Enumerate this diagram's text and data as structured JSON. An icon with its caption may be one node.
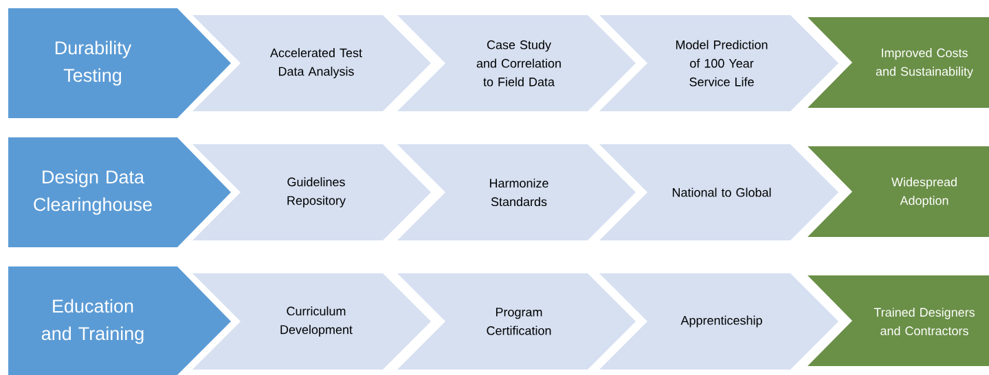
{
  "diagram": {
    "nodes": [
      {
        "text": [
          "Durability Testing"
        ]
      },
      {
        "text": [
          "Accelerated Test Data Analysis"
        ]
      },
      {
        "text": [
          "Case Study and Correlation to Field Data"
        ]
      },
      {
        "text": [
          "Model Prediction of 100 Year Service Life"
        ]
      },
      {
        "text": [
          "Improved Costs and Sustainability"
        ]
      },
      {
        "text": [
          "Design Data Clearinghouse"
        ]
      },
      {
        "text": [
          "Guidelines Repository"
        ]
      },
      {
        "text": [
          "Harmonize Standards"
        ]
      },
      {
        "text": [
          "National to Global"
        ]
      },
      {
        "text": [
          "Widespread Adoption"
        ]
      },
      {
        "text": [
          "Education and Training"
        ]
      },
      {
        "text": [
          "Curriculum Development"
        ]
      },
      {
        "text": [
          "Program Certification"
        ]
      },
      {
        "text": [
          "Apprenticeship"
        ]
      },
      {
        "text": [
          "Trained Designers and Contractors"
        ]
      }
    ]
  }
}
